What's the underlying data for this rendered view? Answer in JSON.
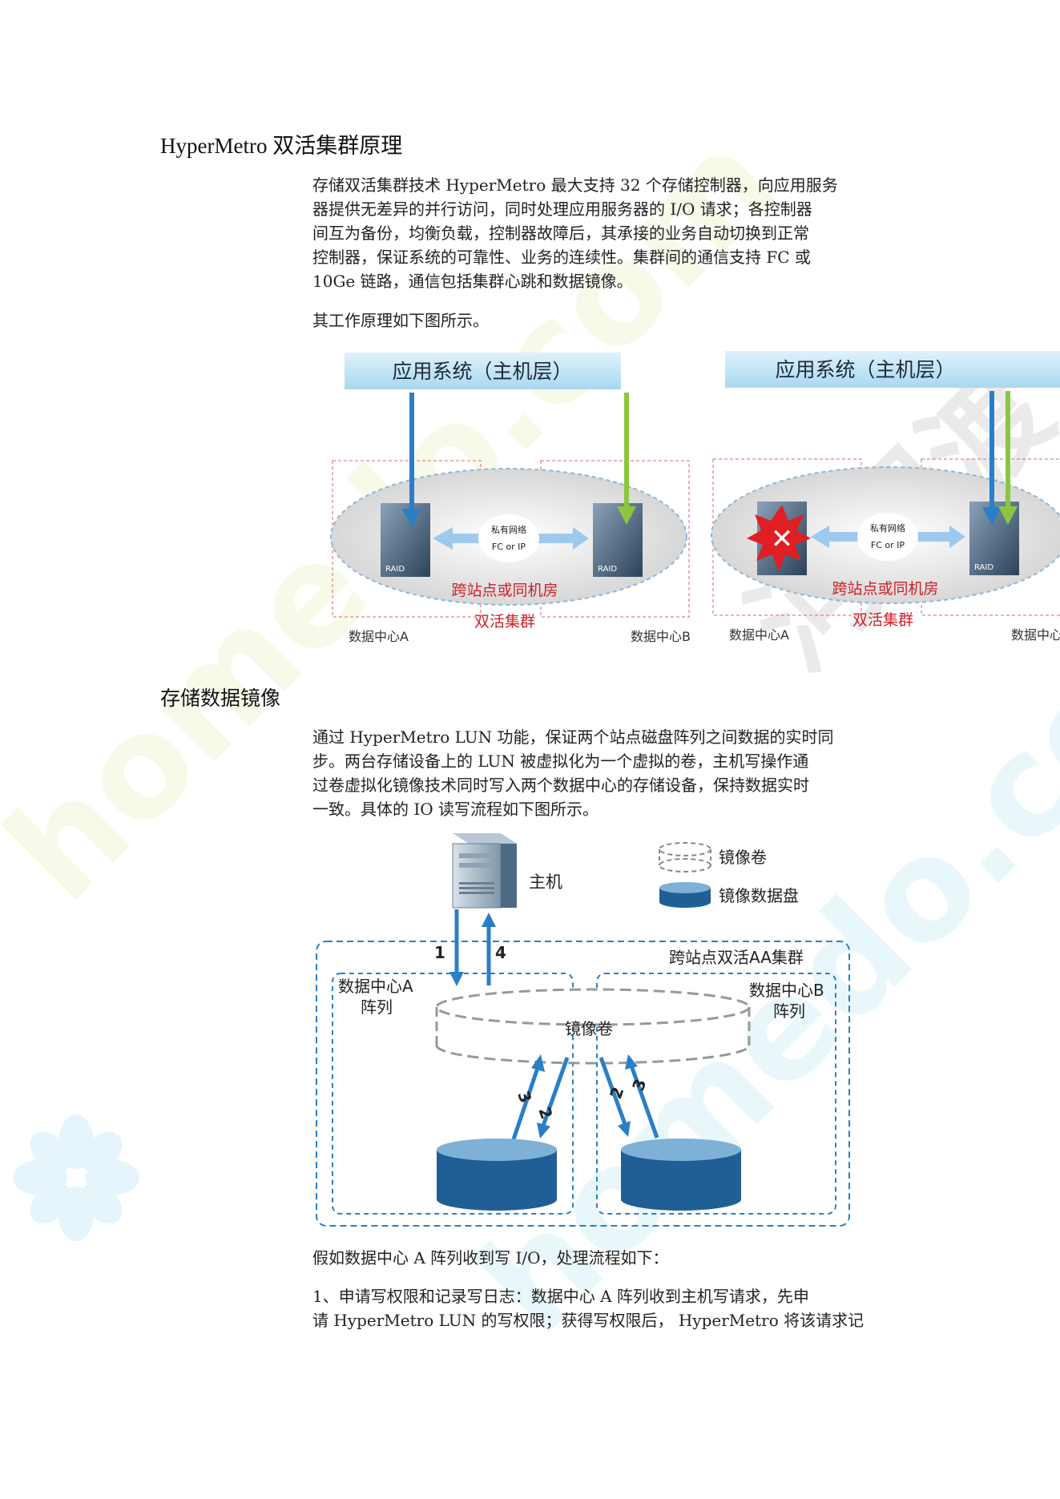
{
  "watermark": {
    "left": "homedo.com",
    "right": "homedo.com",
    "cn": "河姆渡"
  },
  "section1": {
    "title": "HyperMetro 双活集群原理",
    "lines": [
      "存储双活集群技术 HyperMetro 最大支持 32 个存储控制器，向应用服务",
      "器提供无差异的并行访问，同时处理应用服务器的 I/O 请求；各控制器",
      "间互为备份，均衡负载，控制器故障后，其承接的业务自动切换到正常",
      "控制器，保证系统的可靠性、业务的连续性。集群间的通信支持 FC 或",
      "10Ge 链路，通信包括集群心跳和数据镜像。"
    ],
    "intro": "其工作原理如下图所示。"
  },
  "figure1": {
    "left": {
      "app_layer": "应用系统（主机层）",
      "private_net": "私有网络",
      "link": "FC or IP",
      "raid": "RAID",
      "site": "跨站点或同机房",
      "cluster": "双活集群",
      "dc_a": "数据中心A",
      "dc_b": "数据中心B"
    },
    "right": {
      "app_layer": "应用系统（主机层）",
      "private_net": "私有网络",
      "link": "FC or IP",
      "raid": "RAID",
      "site": "跨站点或同机房",
      "cluster": "双活集群",
      "dc_a": "数据中心A",
      "dc_b": "数据中心"
    }
  },
  "section2": {
    "title": "存储数据镜像",
    "lines": [
      "通过 HyperMetro LUN 功能，保证两个站点磁盘阵列之间数据的实时同",
      "步。两台存储设备上的 LUN 被虚拟化为一个虚拟的卷，主机写操作通",
      "过卷虚拟化镜像技术同时写入两个数据中心的存储设备，保持数据实时",
      "一致。具体的 IO 读写流程如下图所示。"
    ]
  },
  "figure2": {
    "host": "主机",
    "legend_mirror_volume": "镜像卷",
    "legend_mirror_disk": "镜像数据盘",
    "cluster": "跨站点双活AA集群",
    "dc_a_line1": "数据中心A",
    "dc_a_line2": "阵列",
    "dc_b_line1": "数据中心B",
    "dc_b_line2": "阵列",
    "mirror_volume": "镜像卷",
    "step1": "1",
    "step4": "4",
    "step2a": "2",
    "step3a": "3",
    "step2b": "2",
    "step3b": "3"
  },
  "section3": {
    "line1": "假如数据中心 A 阵列收到写 I/O，处理流程如下：",
    "p1": [
      "1、申请写权限和记录写日志：数据中心 A 阵列收到主机写请求，先申",
      "请 HyperMetro LUN 的写权限；获得写权限后， HyperMetro 将该请求记"
    ]
  }
}
